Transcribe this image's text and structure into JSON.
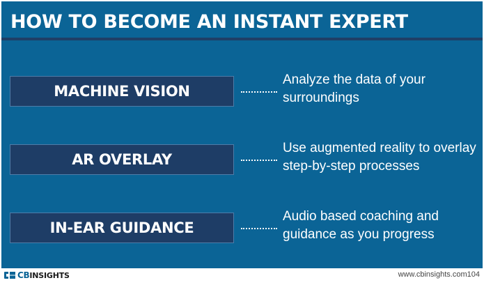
{
  "title": "HOW TO BECOME AN INSTANT EXPERT",
  "items": [
    {
      "label": "MACHINE VISION",
      "description": "Analyze the data of your surroundings"
    },
    {
      "label": "AR OVERLAY",
      "description": "Use augmented reality to overlay step-by-step processes"
    },
    {
      "label": "IN-EAR GUIDANCE",
      "description": "Audio based coaching and guidance as you progress"
    }
  ],
  "footer": {
    "logo_cb": "CB",
    "logo_insights": "INSIGHTS",
    "website": "www.cbinsights.com",
    "page_number": "104"
  },
  "colors": {
    "background": "#0b6496",
    "label_box": "#1e3d66",
    "text": "#ffffff"
  }
}
